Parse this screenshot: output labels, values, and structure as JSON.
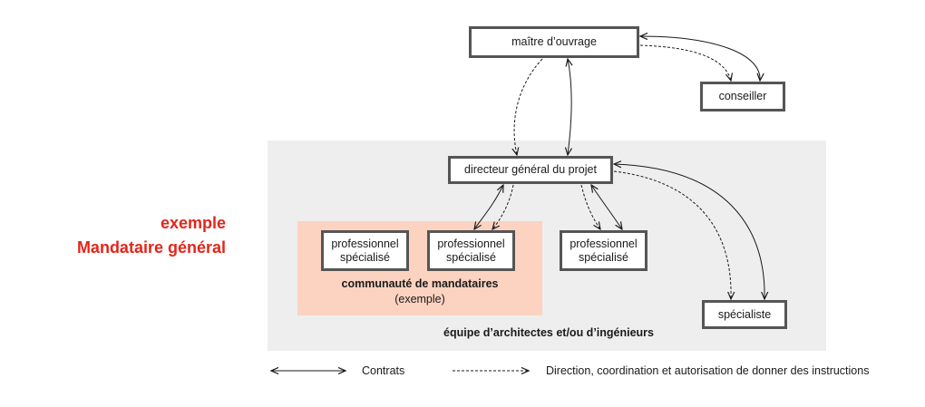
{
  "title": {
    "line1": "exemple",
    "line2": "Mandataire général",
    "color": "#e2261a"
  },
  "zones": {
    "team": {
      "label": "équipe d’architectes et/ou d’ingénieurs",
      "color": "#eeeeee"
    },
    "community": {
      "label": "communauté de mandataires",
      "sublabel": "(exemple)",
      "color": "#fbd3c0"
    }
  },
  "boxes": {
    "maitre": "maître d’ouvrage",
    "conseiller": "conseiller",
    "directeur": "directeur général du projet",
    "prof_1": "professionnel\nspécialisé",
    "prof_2": "professionnel\nspécialisé",
    "prof_3": "professionnel\nspécialisé",
    "specialiste": "spécialiste"
  },
  "legend": {
    "contracts": "Contrats",
    "direction": "Direction, coordination et autorisation de donner des instructions"
  },
  "colors": {
    "box_border": "#555555",
    "arrow": "#1a1a1a"
  }
}
